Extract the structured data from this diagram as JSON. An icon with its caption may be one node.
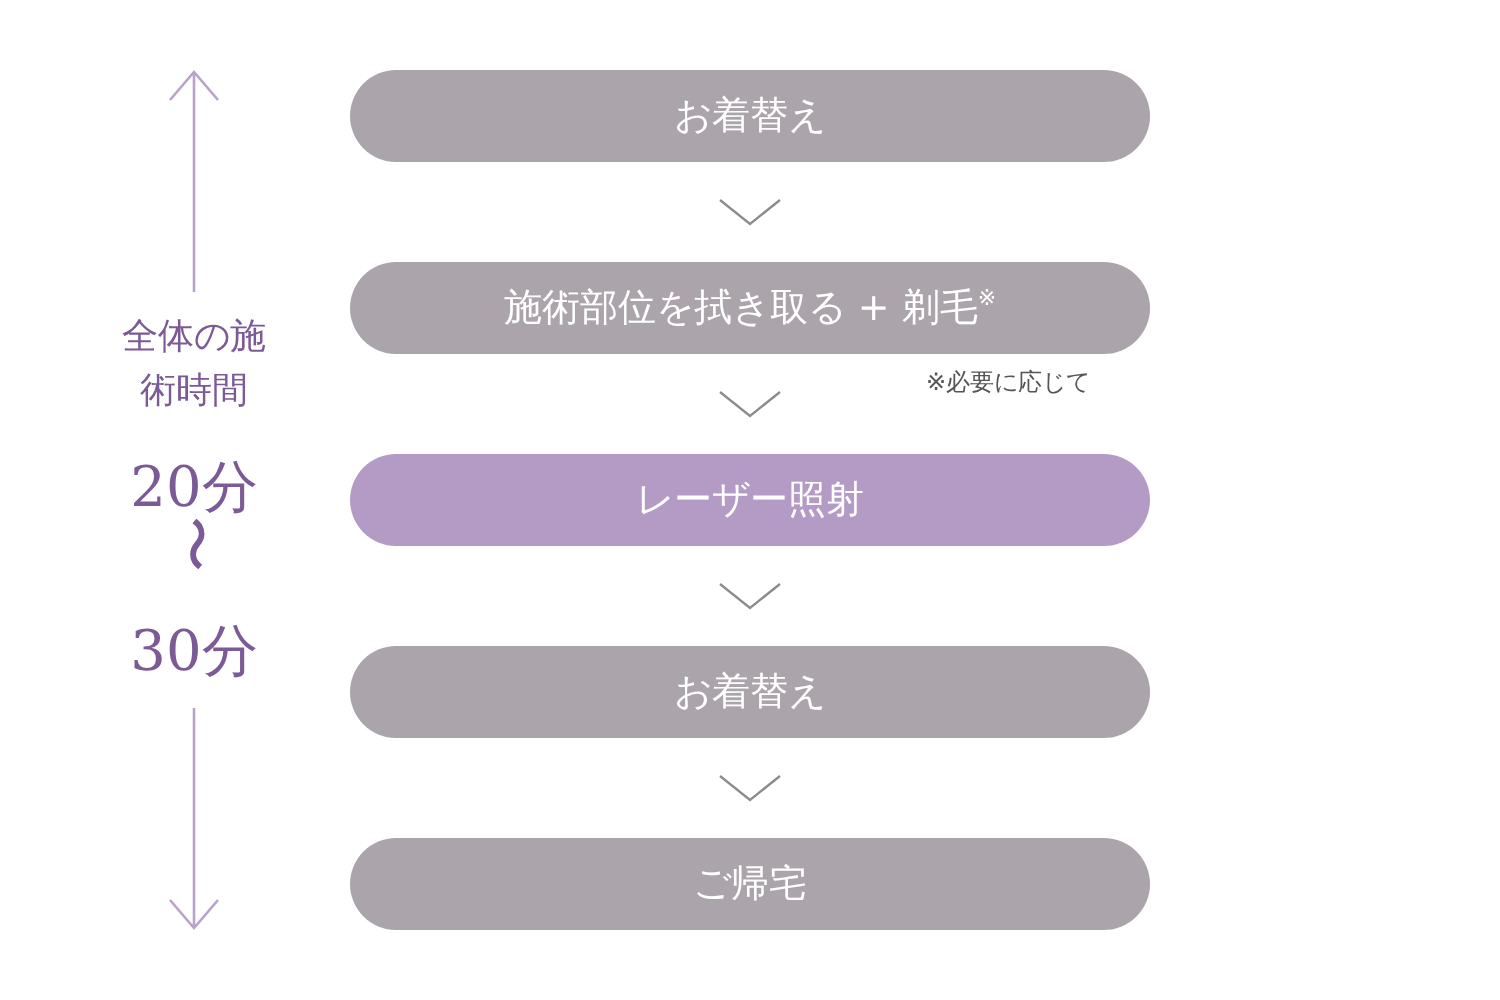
{
  "diagram": {
    "nodes": [
      {
        "text": [
          "お着替え"
        ]
      },
      {
        "text": [
          "施術部位を拭き取る + 剃毛$^{※}$"
        ],
        "beside": [
          "※必要に応じて"
        ]
      },
      {
        "text": [
          "レーザー照射"
        ]
      },
      {
        "text": [
          "お着替え"
        ]
      },
      {
        "text": [
          "ご帰宅"
        ]
      }
    ],
    "edges": [
      {
        "from": 0,
        "to": 1,
        "arrow": "to"
      },
      {
        "from": 1,
        "to": 2,
        "arrow": "to"
      },
      {
        "from": 2,
        "to": 3,
        "arrow": "to"
      },
      {
        "from": 3,
        "to": 4,
        "arrow": "to"
      }
    ],
    "labels": [
      "全体の施術時間",
      "20分",
      "〜",
      "30分"
    ]
  }
}
